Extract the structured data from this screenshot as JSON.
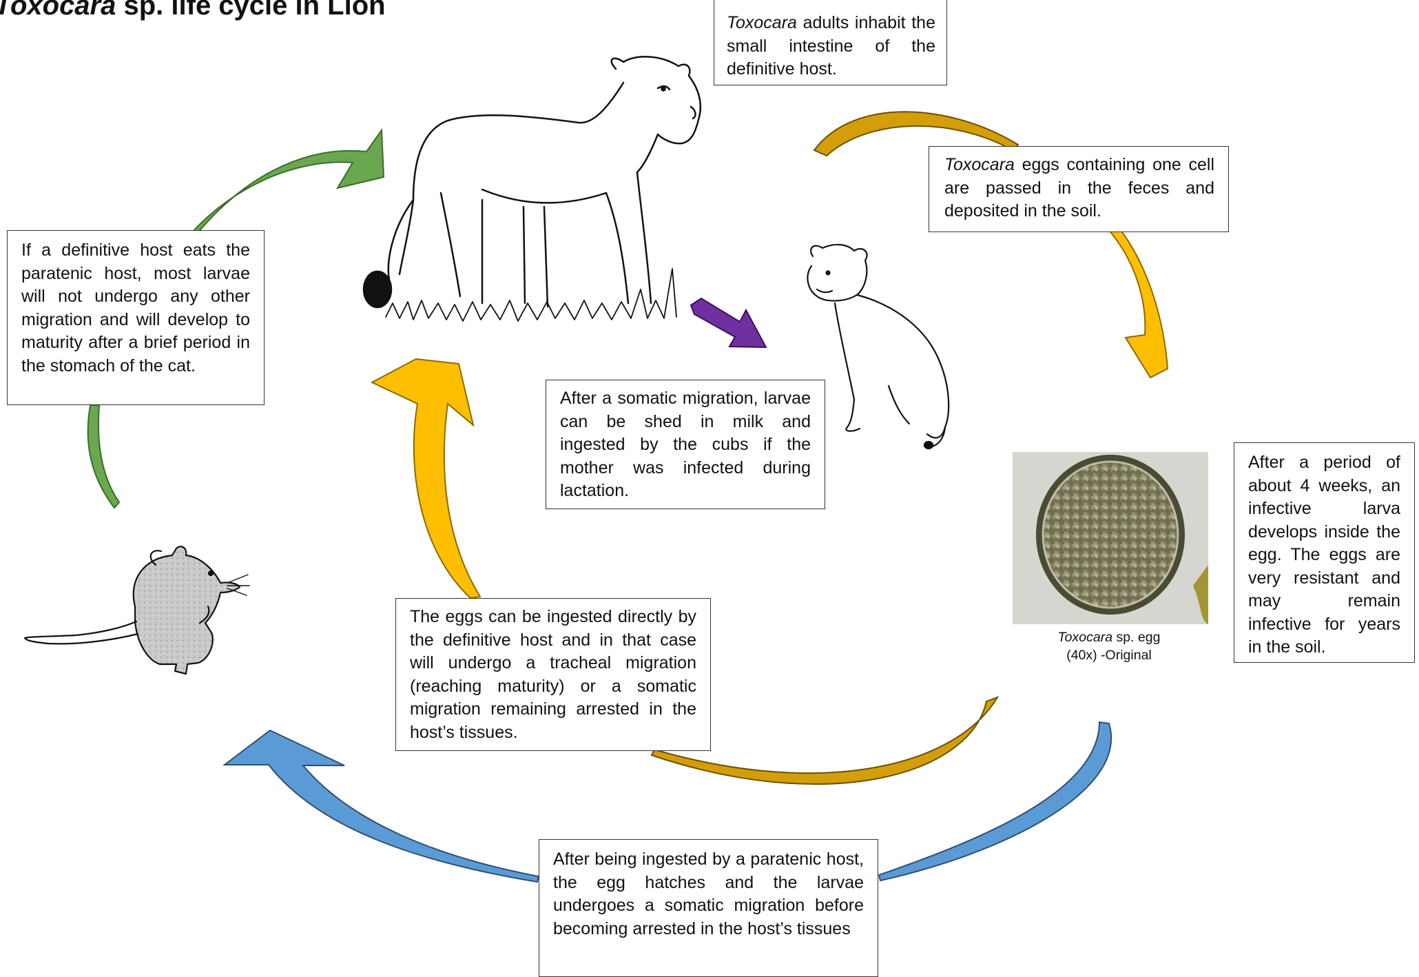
{
  "title": {
    "genus": "Toxocara",
    "rest": " sp. life cycle in Lion"
  },
  "boxes": {
    "adults": {
      "genus": "Toxocara",
      "text": " adults inhabit the small intestine of the definitive host."
    },
    "eggs_passed": {
      "genus": "Toxocara",
      "text": " eggs containing one cell are passed in the feces and deposited in the soil."
    },
    "embryonation": {
      "text": "After a period of about 4 weeks, an infective larva develops inside the egg. The eggs are very resistant and may remain infective for years in the soil."
    },
    "milk": {
      "text": "After a somatic migration, larvae can be shed in milk and ingested by the cubs if the mother was infected during lactation."
    },
    "direct": {
      "text": "The eggs can be ingested directly by the definitive host and in that case will undergo a tracheal migration (reaching maturity) or a somatic migration remaining arrested in the host’s tissues."
    },
    "paratenic": {
      "text": "After being ingested by a paratenic host, the egg hatches and the larvae undergoes a somatic migration before becoming arrested in the host’s tissues"
    },
    "predation": {
      "text": "If a definitive host eats the paratenic host, most larvae will not undergo any other migration and will develop to maturity after a brief period in the stomach of the cat."
    }
  },
  "egg_caption": {
    "genus": "Toxocara",
    "line1_rest": " sp. egg",
    "line2": "(40x) -Original"
  },
  "colors": {
    "green_arrow": "#6aa84f",
    "gold_arrow": "#d39e0a",
    "yellow_arrow": "#ffbf00",
    "purple_arrow": "#7030a0",
    "blue_arrow": "#5b9bd5",
    "blue_arrow_dark": "#4472a8"
  }
}
